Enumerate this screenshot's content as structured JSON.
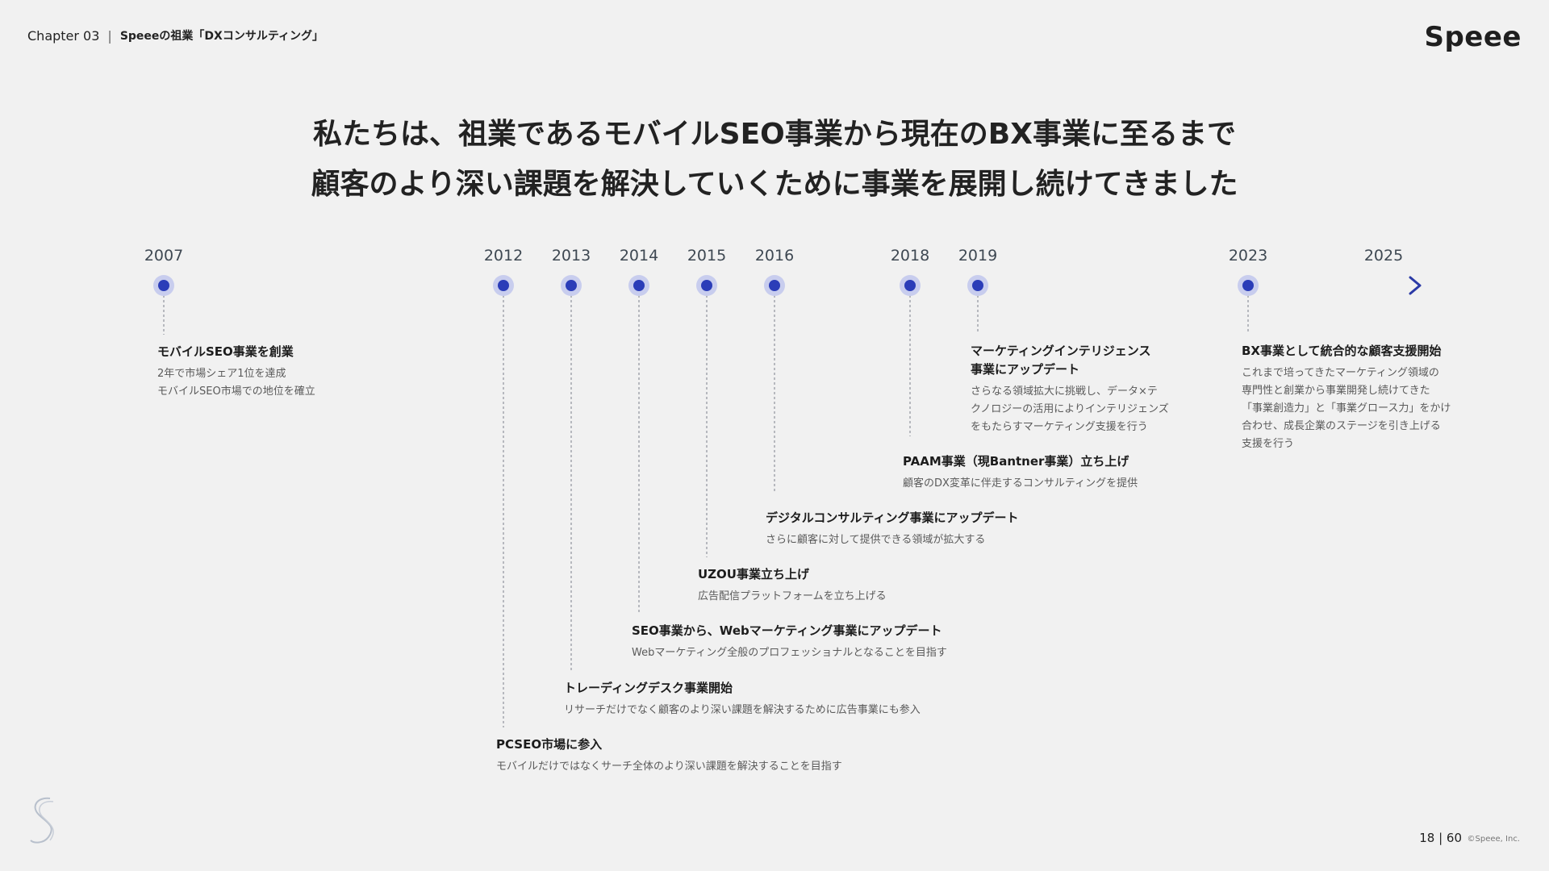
{
  "header": {
    "chapter": "Chapter 03",
    "section": "Speeeの祖業「DXコンサルティング」"
  },
  "logo": "Speee",
  "headline": {
    "line1": "私たちは、祖業であるモバイルSEO事業から現在のBX事業に至るまで",
    "line2": "顧客のより深い課題を解決していくために事業を展開し続けてきました"
  },
  "timeline": {
    "years": [
      "2007",
      "2012",
      "2013",
      "2014",
      "2015",
      "2016",
      "2018",
      "2019",
      "2023",
      "2025"
    ],
    "events": [
      {
        "year": "2007",
        "title": "モバイルSEO事業を創業",
        "desc": [
          "2年で市場シェア1位を達成",
          "モバイルSEO市場での地位を確立"
        ]
      },
      {
        "year": "2012",
        "title": "PCSEO市場に参入",
        "desc": [
          "モバイルだけではなくサーチ全体のより深い課題を解決することを目指す"
        ]
      },
      {
        "year": "2013",
        "title": "トレーディングデスク事業開始",
        "desc": [
          "リサーチだけでなく顧客のより深い課題を解決するために広告事業にも参入"
        ]
      },
      {
        "year": "2014",
        "title": "SEO事業から、Webマーケティング事業にアップデート",
        "desc": [
          "Webマーケティング全般のプロフェッショナルとなることを目指す"
        ]
      },
      {
        "year": "2015",
        "title": "UZOU事業立ち上げ",
        "desc": [
          "広告配信プラットフォームを立ち上げる"
        ]
      },
      {
        "year": "2016",
        "title": "デジタルコンサルティング事業にアップデート",
        "desc": [
          "さらに顧客に対して提供できる領域が拡大する"
        ]
      },
      {
        "year": "2018",
        "title": "PAAM事業（現Bantner事業）立ち上げ",
        "desc": [
          "顧客のDX変革に伴走するコンサルティングを提供"
        ]
      },
      {
        "year": "2019",
        "title": "マーケティングインテリジェンス\n事業にアップデート",
        "desc": [
          "さらなる領域拡大に挑戦し、データ×テ",
          "クノロジーの活用によりインテリジェンズ",
          "をもたらすマーケティング支援を行う"
        ]
      },
      {
        "year": "2023",
        "title": "BX事業として統合的な顧客支援開始",
        "desc": [
          "これまで培ってきたマーケティング領域の",
          "専門性と創業から事業開発し続けてきた",
          "「事業創造力」と「事業グロース力」をかけ",
          "合わせ、成長企業のステージを引き上げる",
          "支援を行う"
        ]
      }
    ]
  },
  "footer": {
    "page": "18 | 60",
    "copyright": "©Speee, Inc."
  },
  "colors": {
    "dot": "#2b3db8",
    "halo": "#c8cdee",
    "line_start": "#dfe6f7",
    "line_end": "#2b3aa6"
  }
}
